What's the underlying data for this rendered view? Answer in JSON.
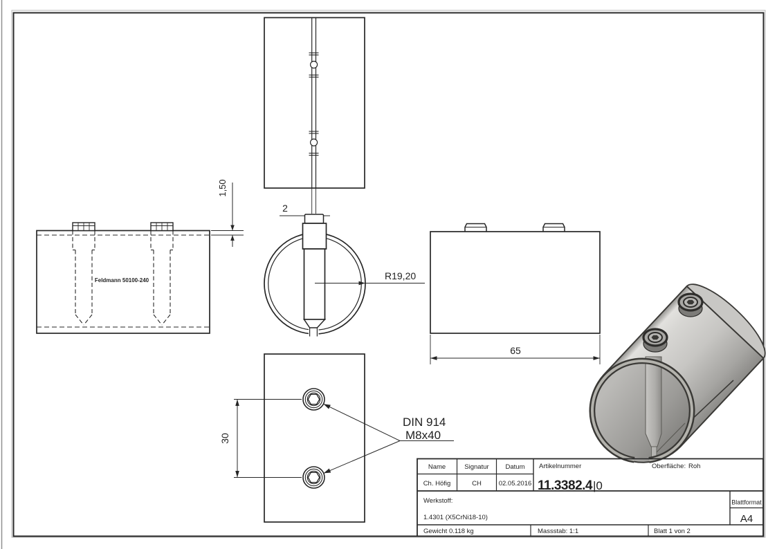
{
  "colors": {
    "line": "#262626",
    "rim_dark": "#3a3936",
    "body_gray_light": "#e2e1de",
    "body_gray_dark": "#8b8a87"
  },
  "dimensions": {
    "wall_thickness": "1,50",
    "slot_width": "2",
    "radius": "R19,20",
    "length": "65",
    "hole_spacing": "30"
  },
  "callouts": {
    "screw_standard": "DIN 914",
    "screw_size": "M8x40",
    "part_label": "Feldmann 50100-240"
  },
  "title_block": {
    "headers": {
      "name": "Name",
      "signatur": "Signatur",
      "datum": "Datum",
      "artikelnummer": "Artikelnummer",
      "oberflaeche_label": "Oberfläche:",
      "oberflaeche_value": "Roh",
      "werkstoff_label": "Werkstoff:",
      "blattformat_label": "Blattformat"
    },
    "values": {
      "name": "Ch. Höfig",
      "signatur": "CH",
      "datum": "02.05.2016",
      "artikelnummer": "11.3382.4",
      "artikelnummer_suffix": "|0",
      "werkstoff": "1.4301 (X5CrNi18-10)",
      "blattformat": "A4",
      "gewicht": "Gewicht 0.118 kg",
      "massstab": "Massstab: 1:1",
      "blatt": "Blatt 1 von 2"
    }
  }
}
